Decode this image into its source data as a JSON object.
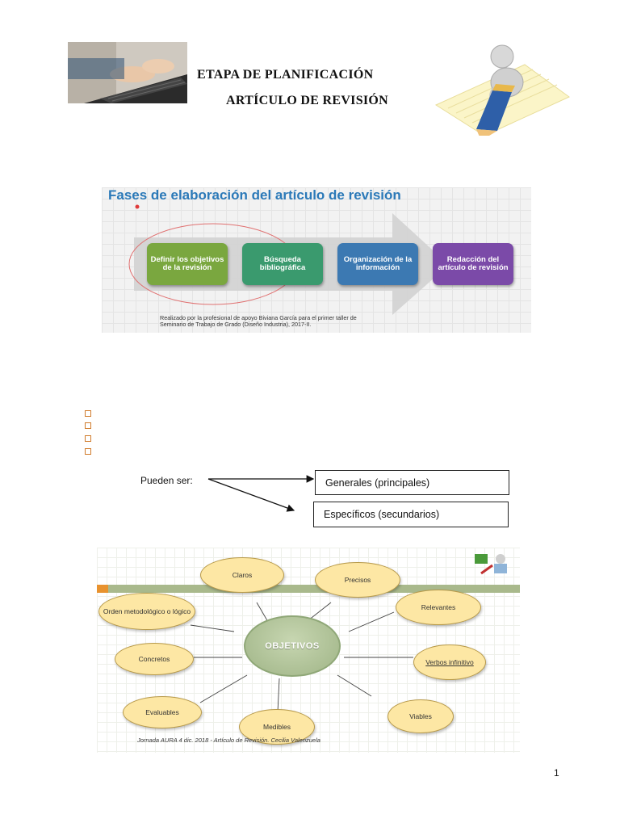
{
  "header": {
    "title_line1": "ETAPA DE PLANIFICACIÓN",
    "title_line2": "ARTÍCULO DE REVISIÓN"
  },
  "phases_figure": {
    "title": "Fases de elaboración del artículo de revisión",
    "steps": [
      {
        "label": "Definir los objetivos de la revisión",
        "color": "#7aa73f"
      },
      {
        "label": "Búsqueda bibliográfica",
        "color": "#3a9a6e"
      },
      {
        "label": "Organización de la información",
        "color": "#3c79b2"
      },
      {
        "label": "Redacción del artículo de revisión",
        "color": "#7b4aa8"
      }
    ],
    "credit": "Realizado por la profesional de apoyo Biviana García para el primer taller de Seminario de Trabajo de Grado (Diseño Industria), 2017-II."
  },
  "bullets_count": 4,
  "classification": {
    "label": "Pueden ser:",
    "options": [
      "Generales (principales)",
      "Específicos (secundarios)"
    ]
  },
  "objectives_figure": {
    "center": "OBJETIVOS",
    "items": [
      "Claros",
      "Precisos",
      "Orden metodológico o lógico",
      "Relevantes",
      "Concretos",
      "Verbos infinitivo",
      "Evaluables",
      "Medibles",
      "Viables"
    ],
    "footer": "Jornada AURA 4 dic. 2018 - Artículo de Revisión. Cecilia Valenzuela"
  },
  "page_number": "1"
}
